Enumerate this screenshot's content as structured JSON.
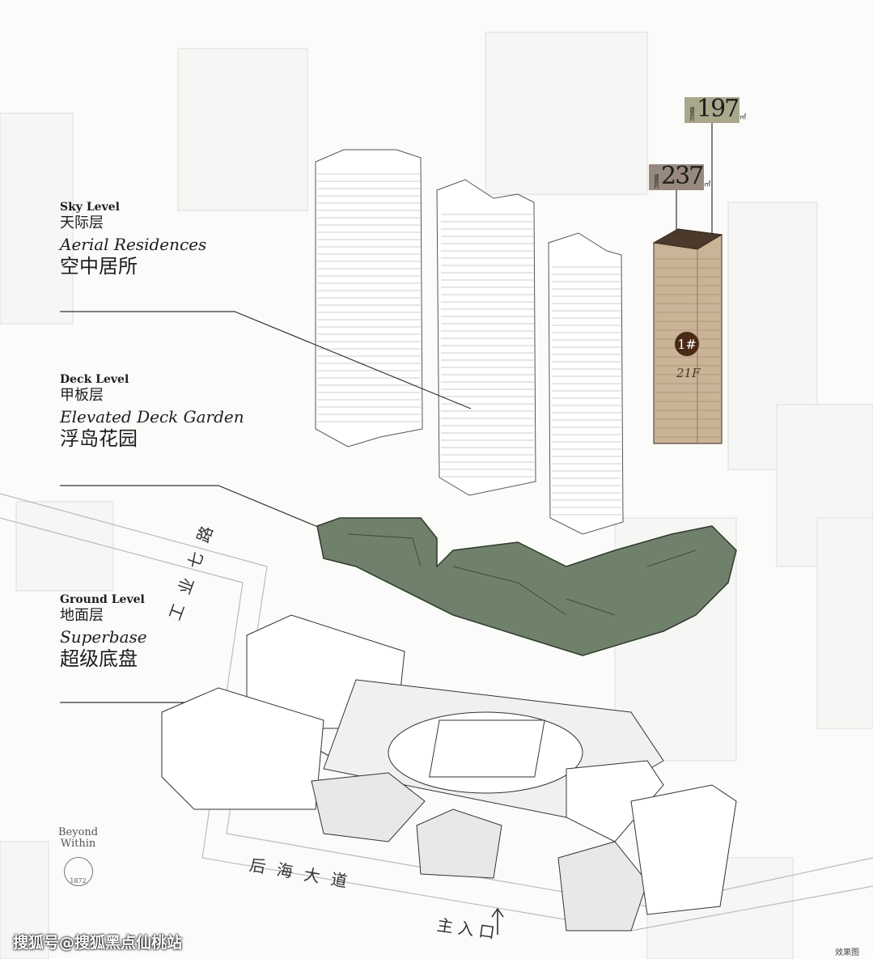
{
  "levels": [
    {
      "en_heading": "Sky Level",
      "zh_heading": "天际层",
      "en_title": "Aerial Residences",
      "zh_title": "空中居所"
    },
    {
      "en_heading": "Deck Level",
      "zh_heading": "甲板层",
      "en_title": "Elevated Deck Garden",
      "zh_title": "浮岛花园"
    },
    {
      "en_heading": "Ground Level",
      "zh_heading": "地面层",
      "en_title": "Superbase",
      "zh_title": "超级底盘"
    }
  ],
  "units": [
    {
      "tag": "建面约",
      "value": "197",
      "unit": "㎡",
      "color": "#aaa88c"
    },
    {
      "tag": "建面约",
      "value": "237",
      "unit": "㎡",
      "color": "#97897f"
    }
  ],
  "building": {
    "number": "1#",
    "floors": "21F",
    "color": "#c9b497"
  },
  "roads": {
    "west": "工业七路",
    "south": "后海大道",
    "entrance": "主入口"
  },
  "logo": {
    "line1": "Beyond",
    "line2": "Within",
    "seal": "1872"
  },
  "watermark": "搜狐号@搜狐黑点仙桃站",
  "render_note": "效果图",
  "colors": {
    "deck": "#6f816a",
    "tower": "#ffffff",
    "line": "#2b2b2b"
  }
}
